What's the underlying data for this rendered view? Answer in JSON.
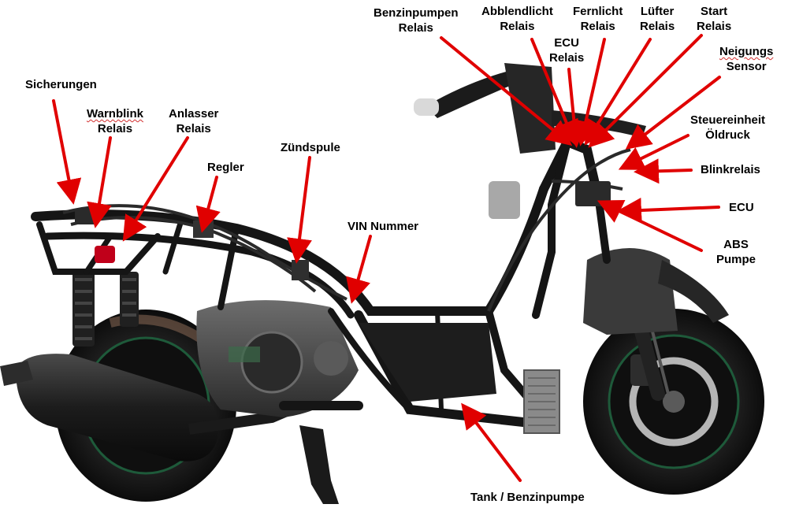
{
  "colors": {
    "arrow": "#e00000",
    "text": "#000000",
    "frame": "#151515",
    "metal": "#9a9a9a",
    "tire": "#1c1c1c",
    "rim_accent": "#1e5a3a"
  },
  "labels": {
    "sicherungen": "Sicherungen",
    "warnblink_1": "Warnblink",
    "warnblink_2": "Relais",
    "anlasser_1": "Anlasser",
    "anlasser_2": "Relais",
    "regler": "Regler",
    "zuendspule": "Zündspule",
    "vin": "VIN Nummer",
    "benzinpumpen_1": "Benzinpumpen",
    "benzinpumpen_2": "Relais",
    "abblendlicht_1": "Abblendlicht",
    "abblendlicht_2": "Relais",
    "ecu_relais_1": "ECU",
    "ecu_relais_2": "Relais",
    "fernlicht_1": "Fernlicht",
    "fernlicht_2": "Relais",
    "luefter_1": "Lüfter",
    "luefter_2": "Relais",
    "start_1": "Start",
    "start_2": "Relais",
    "neigungs_1": "Neigungs",
    "neigungs_2": "Sensor",
    "steuereinheit_1": "Steuereinheit",
    "steuereinheit_2": "Öldruck",
    "blinkrelais": "Blinkrelais",
    "ecu": "ECU",
    "abs_1": "ABS",
    "abs_2": "Pumpe",
    "tank": "Tank / Benzinpumpe"
  }
}
